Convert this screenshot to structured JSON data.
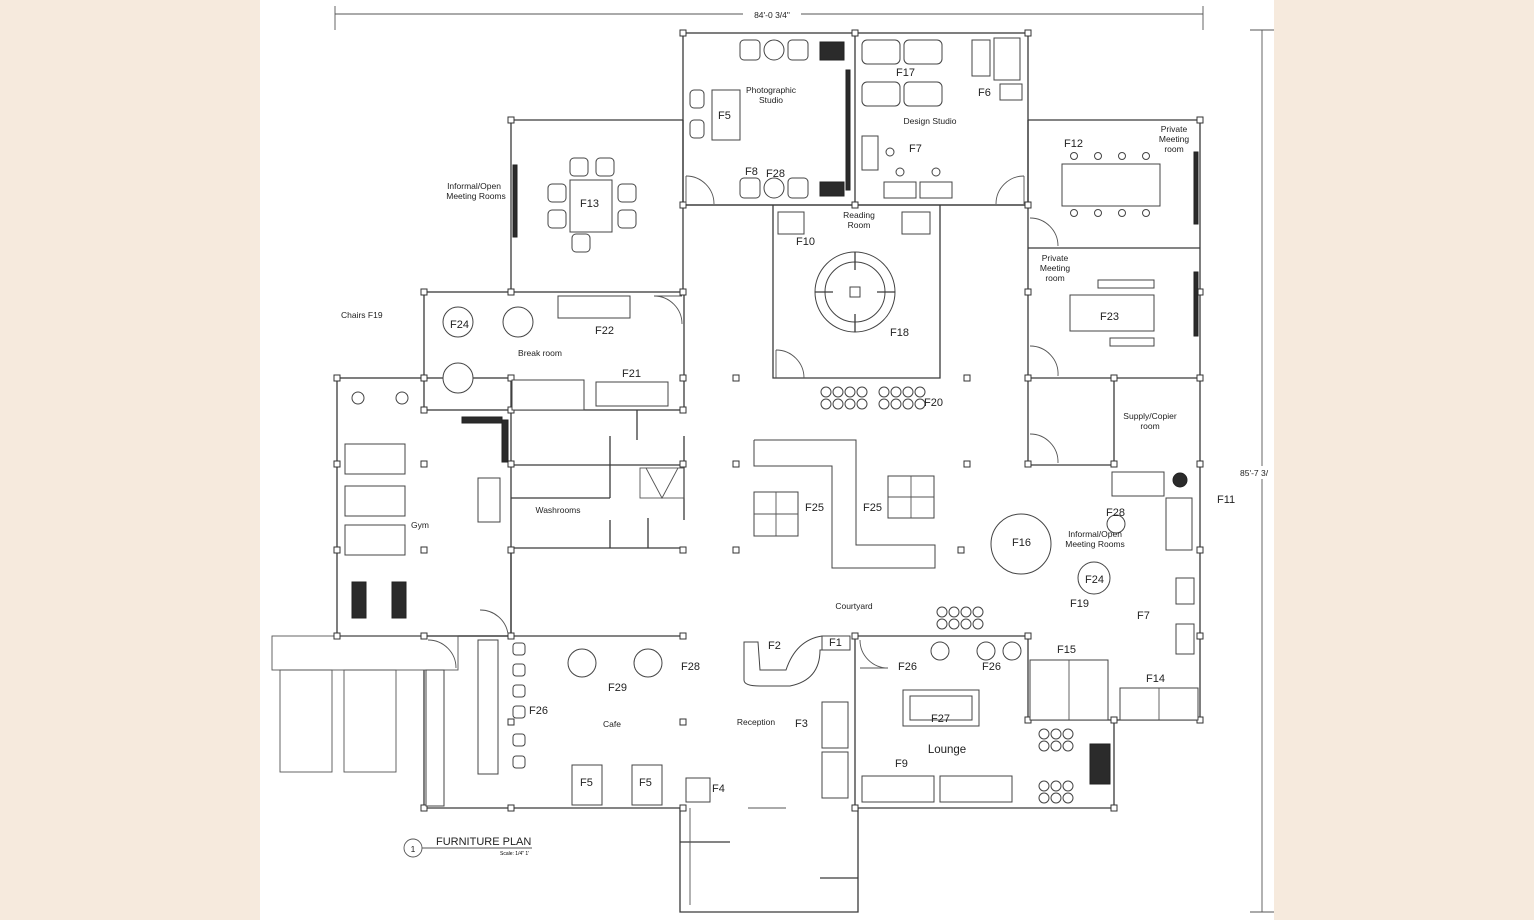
{
  "dimensions": {
    "width": "84'-0 3/4\"",
    "height": "85'-7 3/"
  },
  "rooms": {
    "photographic_studio": "Photographic Studio",
    "design_studio": "Design Studio",
    "private_meeting_1": "Private Meeting room",
    "private_meeting_2": "Private Meeting room",
    "informal_meeting_1": "Informal/Open Meeting Rooms",
    "informal_meeting_2": "Informal/Open Meeting Rooms",
    "reading_room": "Reading Room",
    "break_room": "Break room",
    "supply_copier": "Supply/Copier room",
    "gym": "Gym",
    "washrooms": "Washrooms",
    "courtyard": "Courtyard",
    "cafe": "Cafe",
    "reception": "Reception",
    "lounge": "Lounge"
  },
  "furniture_labels": {
    "f5_photo": "F5",
    "f17": "F17",
    "f6": "F6",
    "f7_design": "F7",
    "f8": "F8",
    "f28_photo": "F28",
    "f12": "F12",
    "f13": "F13",
    "f10": "F10",
    "f18": "F18",
    "f23": "F23",
    "f19_chairs": "Chairs F19",
    "f24_break": "F24",
    "f22": "F22",
    "f21": "F21",
    "f20": "F20",
    "f25_a": "F25",
    "f25_b": "F25",
    "f16": "F16",
    "f28_informal": "F28",
    "f11": "F11",
    "f24_informal": "F24",
    "f19": "F19",
    "f7_right": "F7",
    "f2": "F2",
    "f1": "F1",
    "f3": "F3",
    "f26_lounge_a": "F26",
    "f26_lounge_b": "F26",
    "f27": "F27",
    "f15": "F15",
    "f14": "F14",
    "f9": "F9",
    "f28_cafe": "F28",
    "f29": "F29",
    "f26_cafe": "F26",
    "f5_cafe_a": "F5",
    "f5_cafe_b": "F5",
    "f4": "F4"
  },
  "title_block": {
    "number": "1",
    "title": "FURNITURE PLAN",
    "scale": "Scale: 1/4\" 1'"
  }
}
